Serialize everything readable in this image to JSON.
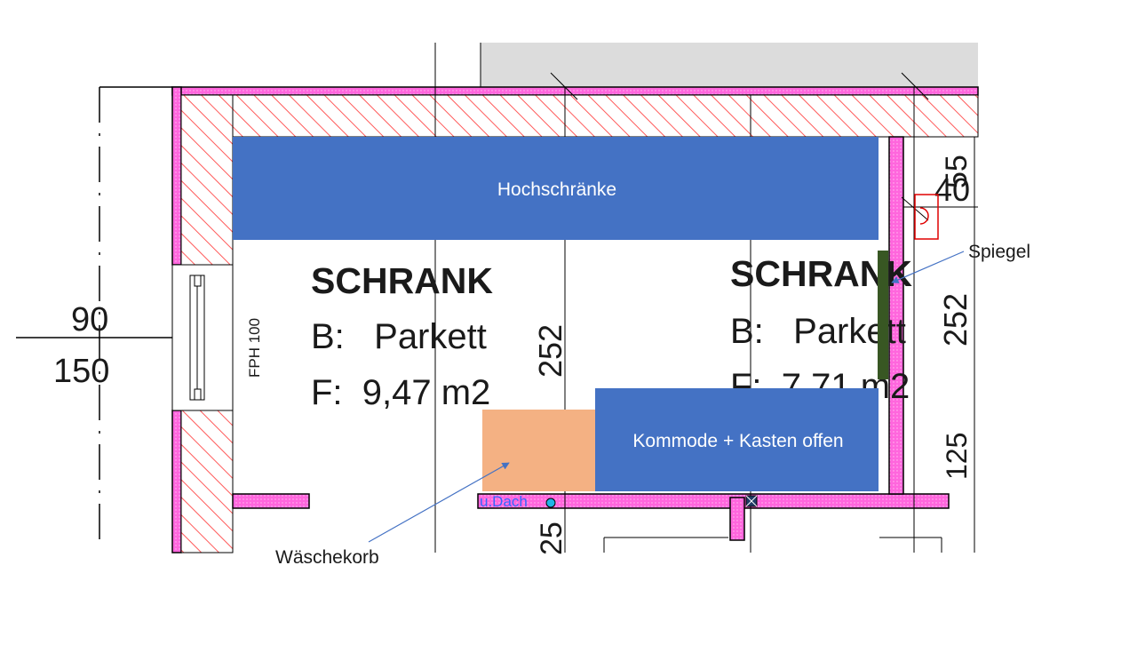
{
  "colors": {
    "wall_fill": "#ff66dd",
    "hatch": "#ff5a5a",
    "box_blue": "#4472c4",
    "box_orange": "#f4b183",
    "mirror_green": "#385723",
    "grey_area": "#dcdcdc",
    "callout_line": "#4472c4"
  },
  "dimensions": {
    "left_top": "90",
    "left_bottom": "150",
    "vertical_left": "252",
    "vertical_right": "252",
    "bottom_small": "25",
    "right_top_a": "55",
    "right_top_b": "40",
    "right_mid": "125",
    "fph": "FPH 100"
  },
  "rooms": [
    {
      "name": "SCHRANK",
      "floor": "B:   Parkett",
      "area": "F:  9,47 m2"
    },
    {
      "name": "SCHRANK",
      "floor": "B:   Parkett",
      "area": "F:  7,71 m2"
    }
  ],
  "furniture": {
    "tall_cabinets": "Hochschränke",
    "dresser": "Kommode + Kasten offen"
  },
  "callouts": {
    "mirror": "Spiegel",
    "laundry_basket": "Wäschekorb"
  },
  "plan_note": "u.Dach"
}
